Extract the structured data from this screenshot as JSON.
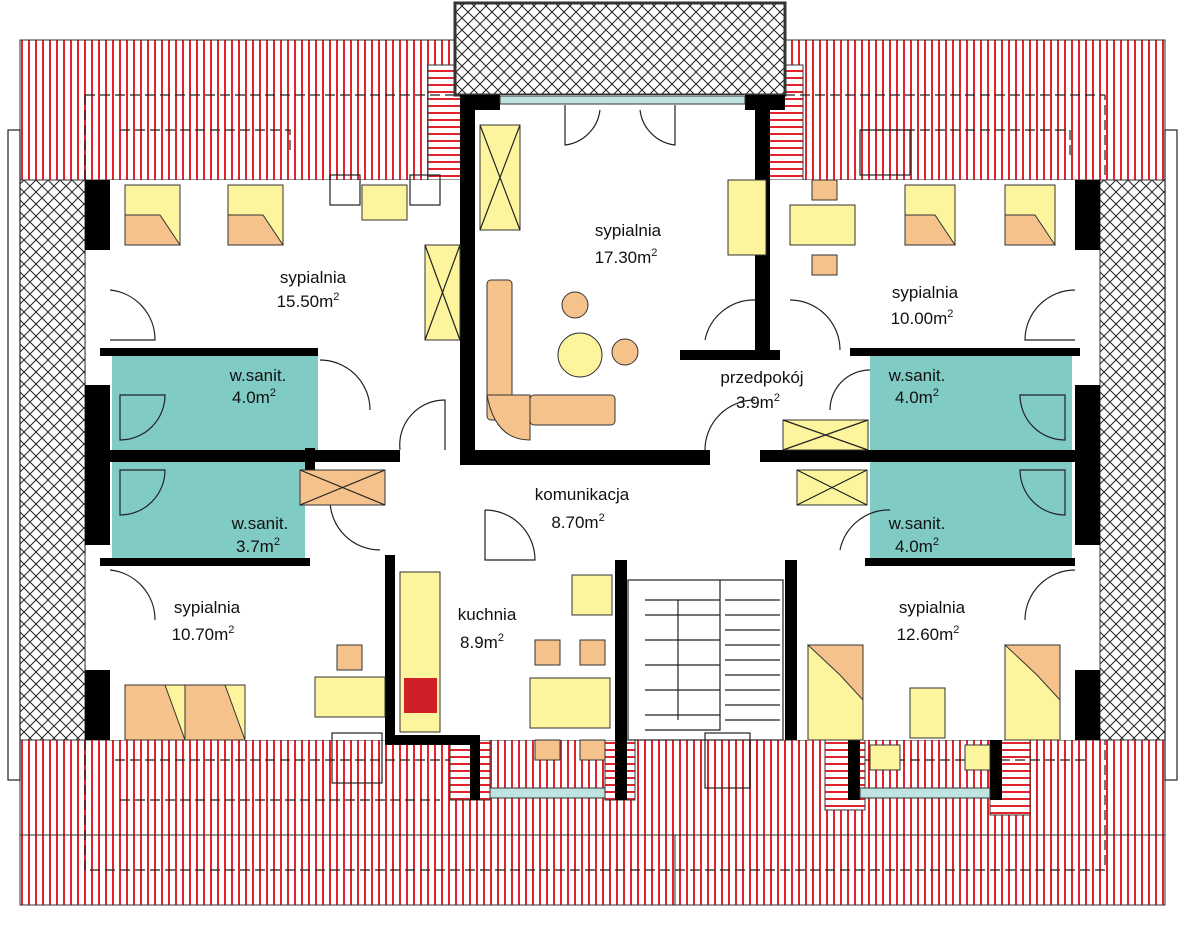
{
  "colors": {
    "roof_stripe": "#e3232c",
    "bathroom": "#80cbc4",
    "furniture_yellow": "#fdf59e",
    "furniture_orange": "#f6c28c",
    "wall": "#000000"
  },
  "rooms": [
    {
      "name": "sypialnia",
      "area": "15.50m",
      "unit_sup": "2"
    },
    {
      "name": "sypialnia",
      "area": "17.30m",
      "unit_sup": "2"
    },
    {
      "name": "sypialnia",
      "area": "10.00m",
      "unit_sup": "2"
    },
    {
      "name": "w.sanit.",
      "area": "4.0m",
      "unit_sup": "2"
    },
    {
      "name": "w.sanit.",
      "area": "3.7m",
      "unit_sup": "2"
    },
    {
      "name": "przedpokój",
      "area": "3.9m",
      "unit_sup": "2"
    },
    {
      "name": "w.sanit.",
      "area": "4.0m",
      "unit_sup": "2"
    },
    {
      "name": "w.sanit.",
      "area": "4.0m",
      "unit_sup": "2"
    },
    {
      "name": "komunikacja",
      "area": "8.70m",
      "unit_sup": "2"
    },
    {
      "name": "sypialnia",
      "area": "10.70m",
      "unit_sup": "2"
    },
    {
      "name": "kuchnia",
      "area": "8.9m",
      "unit_sup": "2"
    },
    {
      "name": "sypialnia",
      "area": "12.60m",
      "unit_sup": "2"
    }
  ]
}
